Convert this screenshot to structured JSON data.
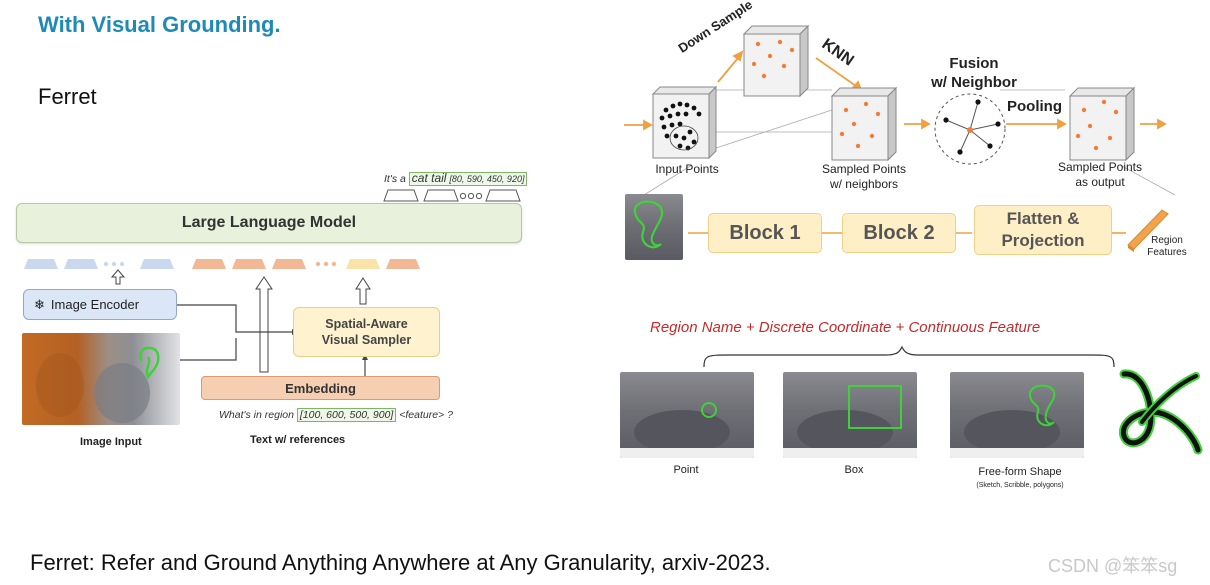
{
  "header": {
    "title": "With Visual Grounding.",
    "subtitle": "Ferret"
  },
  "left_diagram": {
    "output_text_prefix": "It's a",
    "output_text_highlight": "cat tail",
    "output_coords": "[80, 590, 450, 920]",
    "llm_label": "Large Language Model",
    "encoder_label": "Image Encoder",
    "sampler_label_line1": "Spatial-Aware",
    "sampler_label_line2": "Visual Sampler",
    "embedding_label": "Embedding",
    "query_prefix": "What's in region",
    "query_coords": "[100, 600, 500, 900]",
    "query_suffix": "<feature> ?",
    "image_input_caption": "Image Input",
    "text_caption": "Text w/ references"
  },
  "right_diagram": {
    "down_sample_label": "Down Sample",
    "knn_label": "KNN",
    "fusion_label_line1": "Fusion",
    "fusion_label_line2": "w/ Neighbor",
    "pooling_label": "Pooling",
    "input_points_label": "Input Points",
    "sampled_neighbors_line1": "Sampled Points",
    "sampled_neighbors_line2": "w/ neighbors",
    "sampled_output_line1": "Sampled Points",
    "sampled_output_line2": "as output",
    "block1_label": "Block 1",
    "block2_label": "Block 2",
    "flatten_line1": "Flatten &",
    "flatten_line2": "Projection",
    "region_features_line1": "Region",
    "region_features_line2": "Features"
  },
  "bottom_right": {
    "caption": "Region Name + Discrete Coordinate +  Continuous Feature",
    "point_label": "Point",
    "box_label": "Box",
    "freeform_label": "Free-form Shape",
    "freeform_sublabel": "(Sketch, Scribble, polygons)"
  },
  "footer": {
    "citation": "Ferret: Refer and Ground Anything Anywhere at Any Granularity, arxiv-2023.",
    "watermark": "CSDN @笨笨sg"
  },
  "colors": {
    "heading": "#1e8ab8",
    "red_caption": "#c62a2a",
    "orange_points": "#ef7d3c",
    "green_outline": "#3fd13a"
  }
}
